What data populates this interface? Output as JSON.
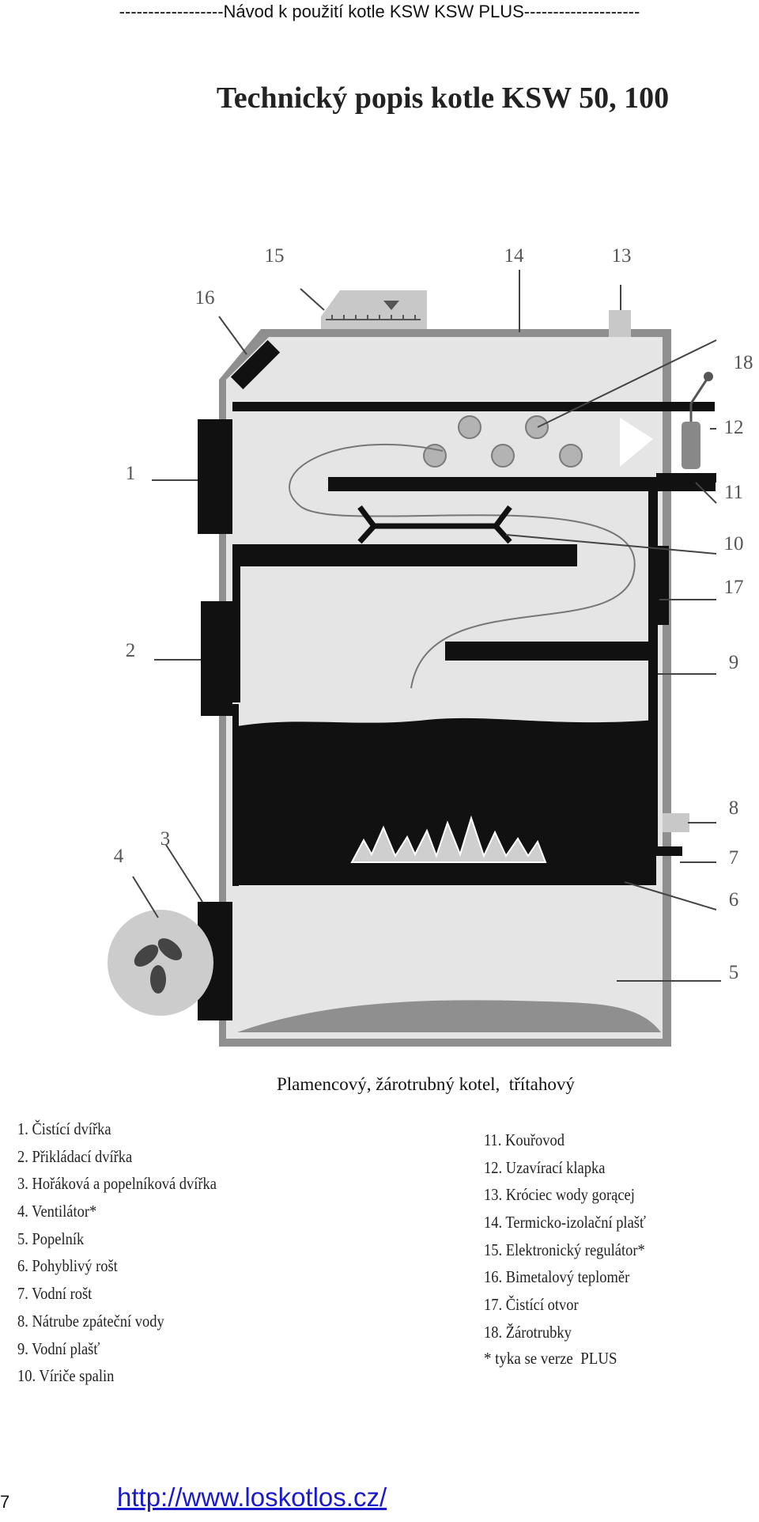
{
  "header": "------------------Návod k použití kotle KSW KSW PLUS--------------------",
  "title": "Technický popis kotle KSW 50, 100",
  "diagram": {
    "callouts": [
      "1",
      "2",
      "3",
      "4",
      "5",
      "6",
      "7",
      "8",
      "9",
      "10",
      "11",
      "12",
      "13",
      "14",
      "15",
      "16",
      "17",
      "18"
    ],
    "caption": "Plamencový, žárotrubný kotel,  třítahový"
  },
  "legend_left": [
    "1. Čistící dvířka",
    "2. Přikládací dvířka",
    "3. Hořáková a popelníková dvířka",
    "4. Ventilátor*",
    "5. Popelník",
    "6. Pohyblivý rošt",
    "7. Vodní rošt",
    "8. Nátrube zpáteční vody",
    "9. Vodní plašť",
    "10. Víriče spalin"
  ],
  "legend_right": [
    "11. Kouřovod",
    "12. Uzavírací klapka",
    "13. Króciec wody gorącej",
    "14. Termicko-izolační plašť",
    "15. Elektronický regulátor*",
    "16. Bimetalový teploměr",
    "17. Čistící otvor",
    "18. Žárotrubky"
  ],
  "note": "* tyka se verze  PLUS",
  "page_number": "7",
  "footer_link": "http://www.loskotlos.cz/"
}
